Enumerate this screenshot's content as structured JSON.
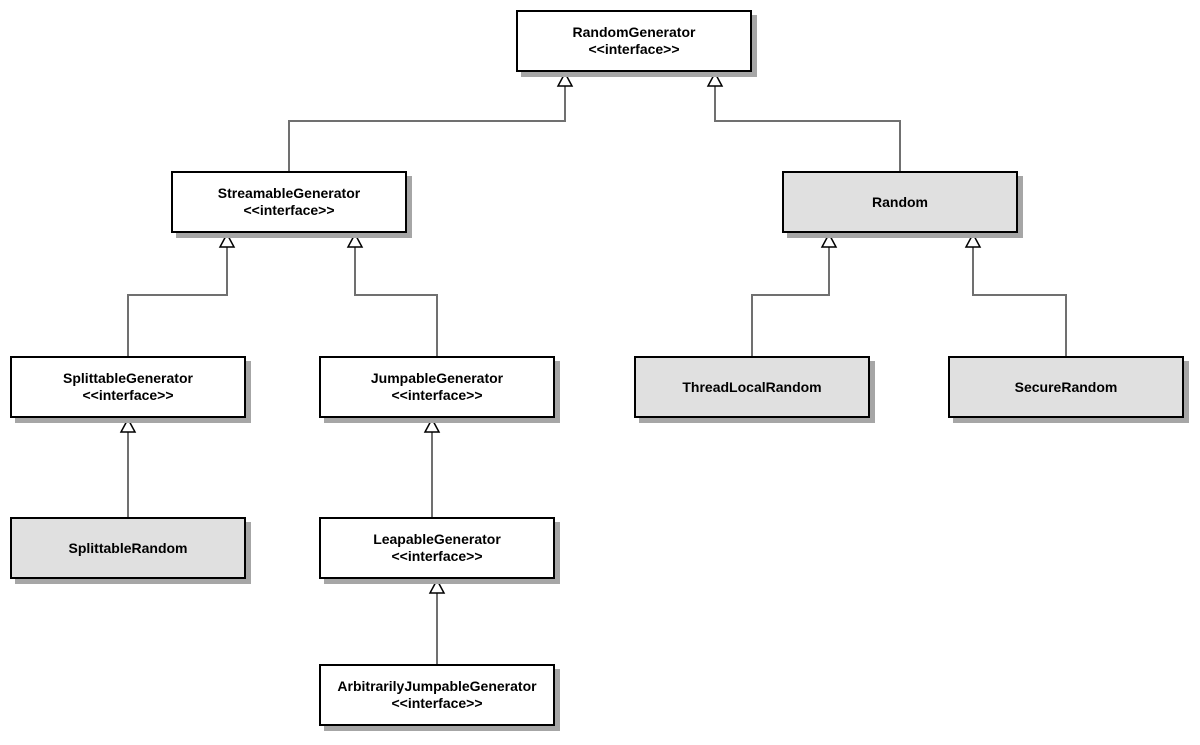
{
  "diagram": {
    "nodes": [
      {
        "id": "random-generator",
        "name": "RandomGenerator",
        "stereotype": "<<interface>>",
        "kind": "interface"
      },
      {
        "id": "streamable-generator",
        "name": "StreamableGenerator",
        "stereotype": "<<interface>>",
        "kind": "interface"
      },
      {
        "id": "random",
        "name": "Random",
        "stereotype": "",
        "kind": "class"
      },
      {
        "id": "splittable-generator",
        "name": "SplittableGenerator",
        "stereotype": "<<interface>>",
        "kind": "interface"
      },
      {
        "id": "jumpable-generator",
        "name": "JumpableGenerator",
        "stereotype": "<<interface>>",
        "kind": "interface"
      },
      {
        "id": "thread-local-random",
        "name": "ThreadLocalRandom",
        "stereotype": "",
        "kind": "class"
      },
      {
        "id": "secure-random",
        "name": "SecureRandom",
        "stereotype": "",
        "kind": "class"
      },
      {
        "id": "splittable-random",
        "name": "SplittableRandom",
        "stereotype": "",
        "kind": "class"
      },
      {
        "id": "leapable-generator",
        "name": "LeapableGenerator",
        "stereotype": "<<interface>>",
        "kind": "interface"
      },
      {
        "id": "arbitrarily-jumpable-generator",
        "name": "ArbitrarilyJumpableGenerator",
        "stereotype": "<<interface>>",
        "kind": "interface"
      }
    ],
    "edges": [
      {
        "from": "streamable-generator",
        "to": "random-generator",
        "relation": "generalization"
      },
      {
        "from": "random",
        "to": "random-generator",
        "relation": "generalization"
      },
      {
        "from": "splittable-generator",
        "to": "streamable-generator",
        "relation": "generalization"
      },
      {
        "from": "jumpable-generator",
        "to": "streamable-generator",
        "relation": "generalization"
      },
      {
        "from": "thread-local-random",
        "to": "random",
        "relation": "generalization"
      },
      {
        "from": "secure-random",
        "to": "random",
        "relation": "generalization"
      },
      {
        "from": "splittable-random",
        "to": "splittable-generator",
        "relation": "generalization"
      },
      {
        "from": "leapable-generator",
        "to": "jumpable-generator",
        "relation": "generalization"
      },
      {
        "from": "arbitrarily-jumpable-generator",
        "to": "leapable-generator",
        "relation": "generalization"
      }
    ],
    "colors": {
      "interface_fill": "#ffffff",
      "class_fill": "#e0e0e0",
      "border": "#000000",
      "shadow": "#a6a6a6",
      "connector": "#707070"
    }
  }
}
